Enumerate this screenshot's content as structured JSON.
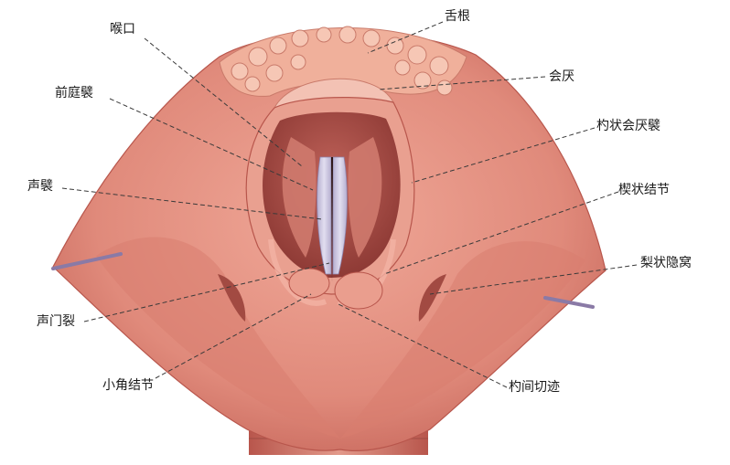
{
  "labels": {
    "houkou": "喉口",
    "qiantingbi": "前庭襞",
    "shengbi": "声襞",
    "shengmenlie": "声门裂",
    "xiaojiaojiejie": "小角结节",
    "shegen": "舌根",
    "huiyan": "会厌",
    "zhuangzhuanghuiyanbi": "杓状会厌襞",
    "xiezhuangjiejie": "楔状结节",
    "lizhuangyinwo": "梨状隐窝",
    "zhuojianqieji": "杓间切迹"
  },
  "colors": {
    "tissue": "#e58f80",
    "tissue_dark": "#b8564c",
    "tissue_light": "#f3b3a4",
    "cavity": "#a8463f",
    "vocal_fold": "#c9c5dc",
    "tongue_root": "#f0b09b",
    "leader_line": "#3a3a3a"
  }
}
